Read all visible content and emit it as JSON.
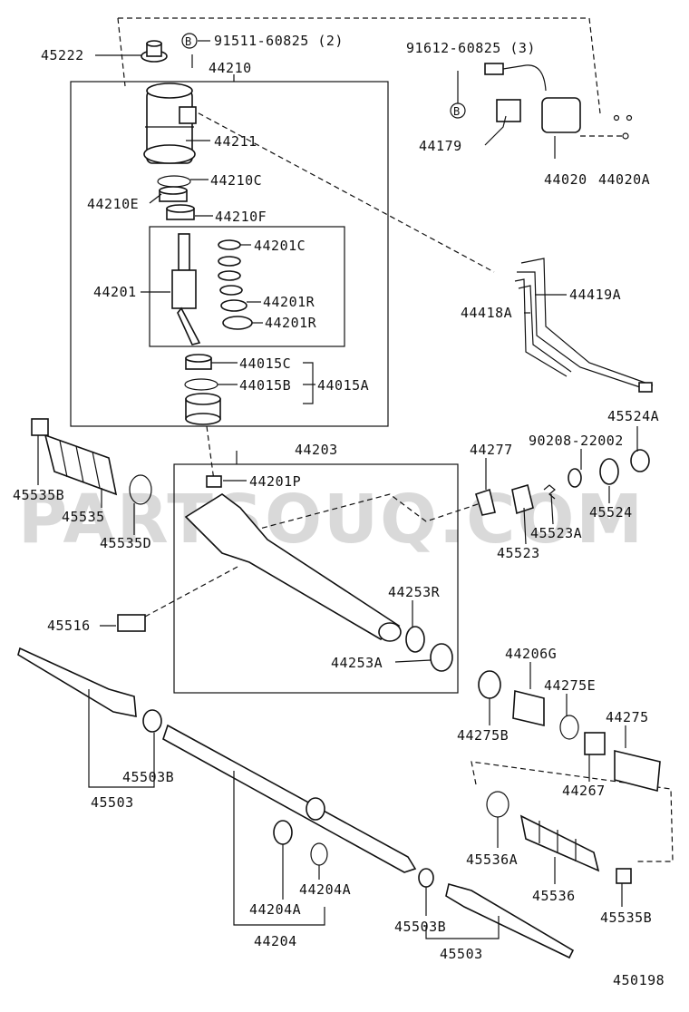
{
  "watermark": "PARTSOUQ.COM",
  "diagram_code": "450198",
  "bolt_marker": "B",
  "labels": {
    "p45222": "45222",
    "p91511": "91511-60825 (2)",
    "p44210": "44210",
    "p91612": "91612-60825 (3)",
    "p44211": "44211",
    "p44179": "44179",
    "p44020": "44020",
    "p44020A": "44020A",
    "p44210C": "44210C",
    "p44210E": "44210E",
    "p44210F": "44210F",
    "p44201C": "44201C",
    "p44201": "44201",
    "p44201R_1": "44201R",
    "p44201R_2": "44201R",
    "p44419A": "44419A",
    "p44418A": "44418A",
    "p44015C": "44015C",
    "p44015B": "44015B",
    "p44015A": "44015A",
    "p45524A": "45524A",
    "p44203": "44203",
    "p44277": "44277",
    "p90208": "90208-22002",
    "p44201P": "44201P",
    "p45535B_1": "45535B",
    "p45535": "45535",
    "p45535D": "45535D",
    "p45524": "45524",
    "p45523A": "45523A",
    "p45523": "45523",
    "p44253R": "44253R",
    "p45516": "45516",
    "p44253A": "44253A",
    "p44206G": "44206G",
    "p44275E": "44275E",
    "p44275": "44275",
    "p44275B": "44275B",
    "p45503B_1": "45503B",
    "p44267": "44267",
    "p45503_1": "45503",
    "p45536A": "45536A",
    "p44204A_1": "44204A",
    "p44204A_2": "44204A",
    "p45536": "45536",
    "p45535B_2": "45535B",
    "p44204": "44204",
    "p45503B_2": "45503B",
    "p45503_2": "45503"
  }
}
